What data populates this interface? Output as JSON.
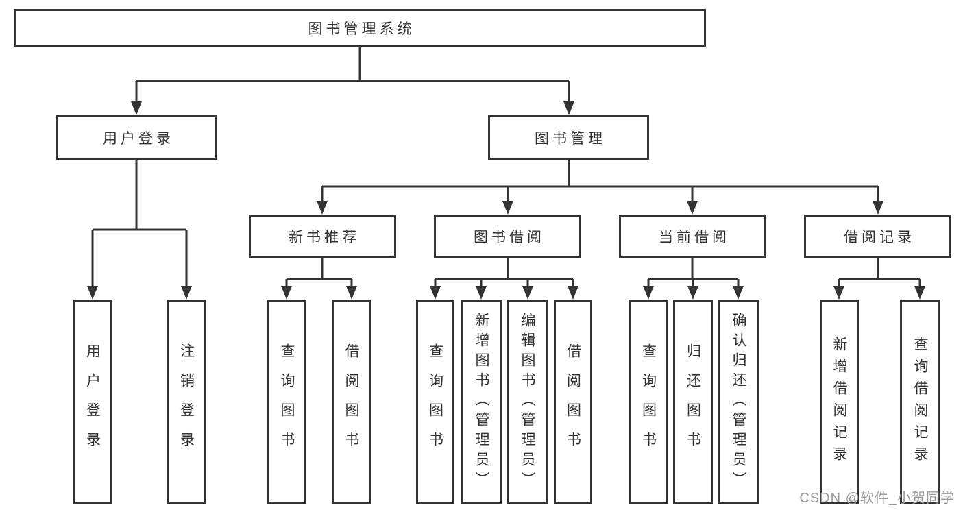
{
  "diagram": {
    "title": "图书管理系统",
    "root": {
      "label": "图书管理系统"
    },
    "level2": [
      {
        "id": "user-login",
        "label": "用户登录"
      },
      {
        "id": "book-management",
        "label": "图书管理"
      }
    ],
    "level3": [
      {
        "id": "new-book-recommend",
        "label": "新书推荐"
      },
      {
        "id": "book-borrow",
        "label": "图书借阅"
      },
      {
        "id": "current-borrow",
        "label": "当前借阅"
      },
      {
        "id": "borrow-records",
        "label": "借阅记录"
      }
    ],
    "leaves": {
      "user_login": [
        "用户登录",
        "注销登录"
      ],
      "new_book_recommend": [
        "查询图书",
        "借阅图书"
      ],
      "book_borrow": [
        "查询图书",
        "新增图书（管理员）",
        "编辑图书（管理员）",
        "借阅图书"
      ],
      "current_borrow": [
        "查询图书",
        "归还图书",
        "确认归还（管理员）"
      ],
      "borrow_records": [
        "新增借阅记录",
        "查询借阅记录"
      ]
    }
  },
  "watermark": {
    "text": "CSDN @软件_小贺同学"
  },
  "colors": {
    "line": "#333333",
    "text": "#333333",
    "watermark": "#9b9b9b",
    "background": "#ffffff"
  }
}
